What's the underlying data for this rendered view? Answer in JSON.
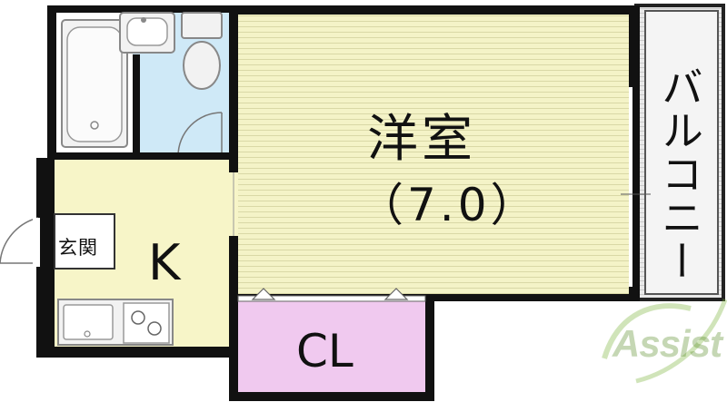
{
  "rooms": {
    "western_room": {
      "name": "洋室",
      "size": "（7.0）",
      "color": "#f3f2c6"
    },
    "kitchen": {
      "name": "K",
      "color": "#f7f5c8"
    },
    "entrance": {
      "name": "玄関"
    },
    "closet": {
      "name": "CL",
      "color": "#f0c9ef"
    },
    "balcony": {
      "name": "バルコニー"
    },
    "bathroom": {
      "color": "#cfe9f7"
    }
  },
  "watermark": {
    "text": "Assist",
    "color": "#8cbf4a"
  },
  "palette": {
    "wall": "#111111",
    "fixture": "#f2f2f2",
    "fixture_stroke": "#888888"
  }
}
